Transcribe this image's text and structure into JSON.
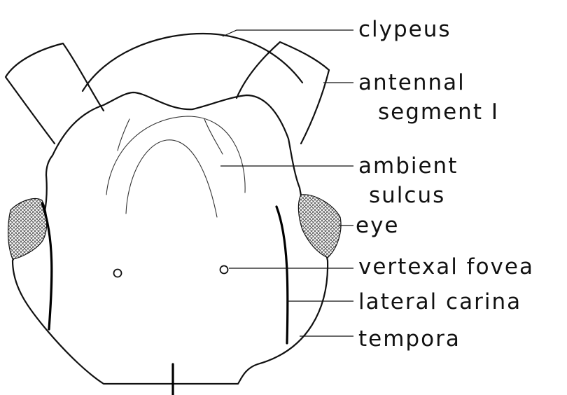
{
  "labels": {
    "clypeus": "clypeus",
    "antennal_segment_1_line1": "antennal",
    "antennal_segment_1_line2": "segment I",
    "ambient_sulcus_line1": "ambient",
    "ambient_sulcus_line2": "sulcus",
    "eye": "eye",
    "vertexal_fovea": "vertexal fovea",
    "lateral_carina": "lateral carina",
    "tempora": "tempora"
  }
}
